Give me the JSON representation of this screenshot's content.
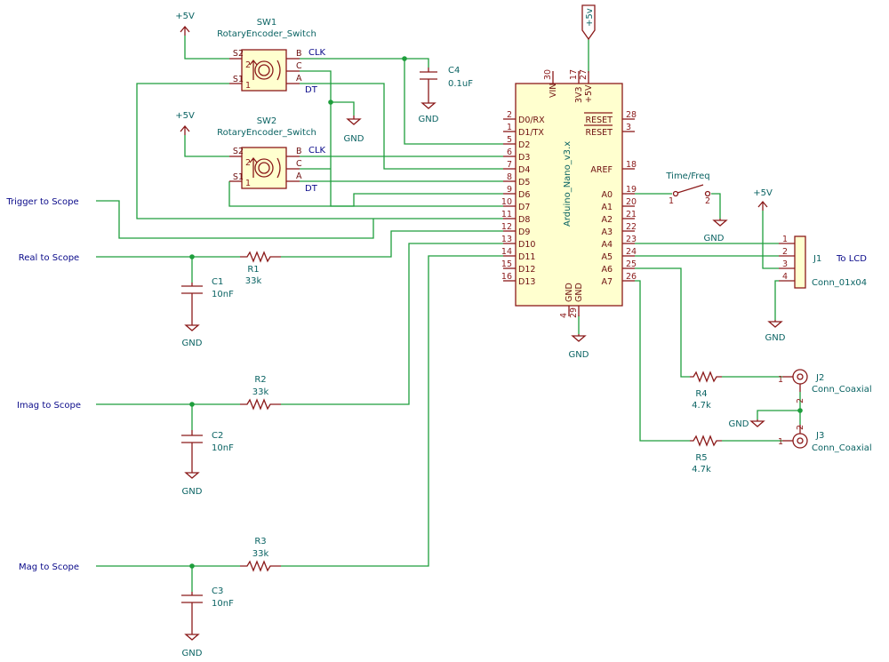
{
  "colors": {
    "wire": "#1e9e3c",
    "component": "#8b1a1a",
    "component_fill": "#ffffcf",
    "reference": "#0a6363",
    "net_label": "#0a0a8a"
  },
  "arduino": {
    "ref": "Arduino_Nano_v3.x",
    "left_pins": [
      {
        "num": "2",
        "name": "D0/RX"
      },
      {
        "num": "1",
        "name": "D1/TX"
      },
      {
        "num": "5",
        "name": "D2"
      },
      {
        "num": "6",
        "name": "D3"
      },
      {
        "num": "7",
        "name": "D4"
      },
      {
        "num": "8",
        "name": "D5"
      },
      {
        "num": "9",
        "name": "D6"
      },
      {
        "num": "10",
        "name": "D7"
      },
      {
        "num": "11",
        "name": "D8"
      },
      {
        "num": "12",
        "name": "D9"
      },
      {
        "num": "13",
        "name": "D10"
      },
      {
        "num": "14",
        "name": "D11"
      },
      {
        "num": "15",
        "name": "D12"
      },
      {
        "num": "16",
        "name": "D13"
      }
    ],
    "right_pins": [
      {
        "num": "28",
        "name": "RESET"
      },
      {
        "num": "3",
        "name": "RESET"
      },
      {
        "num": "18",
        "name": "AREF"
      },
      {
        "num": "19",
        "name": "A0"
      },
      {
        "num": "20",
        "name": "A1"
      },
      {
        "num": "21",
        "name": "A2"
      },
      {
        "num": "22",
        "name": "A3"
      },
      {
        "num": "23",
        "name": "A4"
      },
      {
        "num": "24",
        "name": "A5"
      },
      {
        "num": "25",
        "name": "A6"
      },
      {
        "num": "26",
        "name": "A7"
      }
    ],
    "top_pins": [
      {
        "num": "30",
        "name": "VIN"
      },
      {
        "num": "17",
        "name": "3V3"
      },
      {
        "num": "27",
        "name": "+5V"
      }
    ],
    "bottom_pins": [
      {
        "num": "4",
        "name": "GND"
      },
      {
        "num": "29",
        "name": "GND"
      }
    ]
  },
  "encoders": [
    {
      "ref": "SW1",
      "value": "RotaryEncoder_Switch",
      "pins": [
        "S2",
        "S1",
        "B",
        "C",
        "A"
      ],
      "nums": [
        "2",
        "1"
      ],
      "clk": "CLK",
      "dt": "DT"
    },
    {
      "ref": "SW2",
      "value": "RotaryEncoder_Switch",
      "pins": [
        "S2",
        "S1",
        "B",
        "C",
        "A"
      ],
      "nums": [
        "2",
        "1"
      ],
      "clk": "CLK",
      "dt": "DT"
    }
  ],
  "capacitors": [
    {
      "ref": "C4",
      "value": "0.1uF"
    },
    {
      "ref": "C1",
      "value": "10nF"
    },
    {
      "ref": "C2",
      "value": "10nF"
    },
    {
      "ref": "C3",
      "value": "10nF"
    }
  ],
  "resistors": [
    {
      "ref": "R1",
      "value": "33k"
    },
    {
      "ref": "R2",
      "value": "33k"
    },
    {
      "ref": "R3",
      "value": "33k"
    },
    {
      "ref": "R4",
      "value": "4.7k"
    },
    {
      "ref": "R5",
      "value": "4.7k"
    }
  ],
  "switch_time": {
    "label": "Time/Freq",
    "pin1": "1",
    "pin2": "2"
  },
  "lcd_connector": {
    "ref": "J1",
    "value": "Conn_01x04",
    "label": "To LCD",
    "pins": [
      "1",
      "2",
      "3",
      "4"
    ]
  },
  "coax": [
    {
      "ref": "J2",
      "value": "Conn_Coaxial",
      "pin1": "1",
      "pin2": "2"
    },
    {
      "ref": "J3",
      "value": "Conn_Coaxial",
      "pin1": "1",
      "pin2": "2"
    }
  ],
  "power": {
    "vcc": "+5V",
    "vcc_flag": "+5v",
    "gnd": "GND"
  },
  "nets": {
    "trigger": "Trigger to Scope",
    "real": "Real to Scope",
    "imag": "Imag to Scope",
    "mag": "Mag to Scope"
  }
}
